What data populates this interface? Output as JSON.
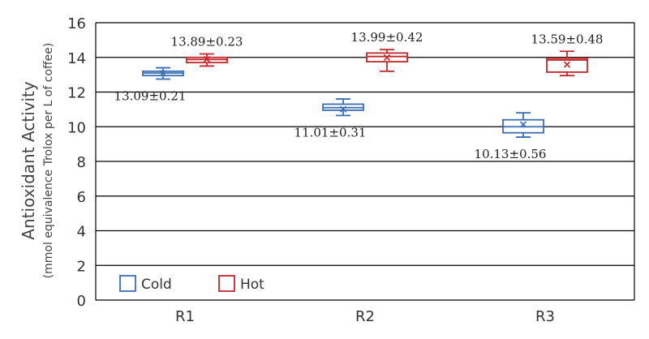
{
  "chart_data": {
    "type": "box",
    "categories": [
      "R1",
      "R2",
      "R3"
    ],
    "ylabel": "Antioxidant Activity",
    "ylabel_sub": "(mmol equivalence Trolox per L of coffee)",
    "ylim": [
      0,
      16
    ],
    "yticks": [
      "0",
      "2",
      "4",
      "6",
      "8",
      "10",
      "12",
      "14",
      "16"
    ],
    "grid": "horizontal",
    "legend_position": "bottom-left",
    "series": [
      {
        "name": "Cold",
        "color": "#3a6db5",
        "boxes": [
          {
            "min": 12.75,
            "q1": 12.95,
            "median": 13.1,
            "mean": 13.09,
            "q3": 13.2,
            "max": 13.4
          },
          {
            "min": 10.65,
            "q1": 10.95,
            "median": 11.1,
            "mean": 11.01,
            "q3": 11.3,
            "max": 11.6
          },
          {
            "min": 9.4,
            "q1": 9.65,
            "median": 10.0,
            "mean": 10.13,
            "q3": 10.4,
            "max": 10.8
          }
        ],
        "labels": [
          "13.09±0.21",
          "11.01±0.31",
          "10.13±0.56"
        ]
      },
      {
        "name": "Hot",
        "color": "#c0282c",
        "boxes": [
          {
            "min": 13.5,
            "q1": 13.7,
            "median": 13.88,
            "mean": 13.89,
            "q3": 14.0,
            "max": 14.2
          },
          {
            "min": 13.2,
            "q1": 13.75,
            "median": 14.05,
            "mean": 13.99,
            "q3": 14.25,
            "max": 14.45
          },
          {
            "min": 12.95,
            "q1": 13.15,
            "median": 13.85,
            "mean": 13.59,
            "q3": 13.95,
            "max": 14.35
          }
        ],
        "labels": [
          "13.89±0.23",
          "13.99±0.42",
          "13.59±0.48"
        ]
      }
    ]
  }
}
